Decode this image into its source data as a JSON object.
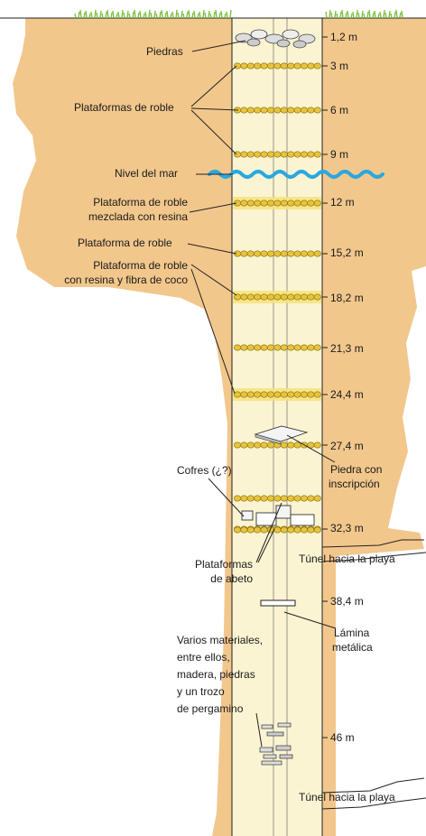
{
  "labels": {
    "stones": "Piedras",
    "oak_platforms": "Plataformas de roble",
    "sea_level": "Nivel del mar",
    "oak_resin_1": "Plataforma de roble",
    "oak_resin_2": "mezclada con resina",
    "oak_platform": "Plataforma de roble",
    "oak_coco_1": "Plataforma de roble",
    "oak_coco_2": "con resina y fibra de coco",
    "chests": "Cofres (¿?)",
    "inscribed_1": "Piedra con",
    "inscribed_2": "inscripción",
    "fir_1": "Plataformas",
    "fir_2": "de abeto",
    "tunnel_1": "Túnel hacia la playa",
    "tunnel_2": "Túnel hacia la playa",
    "plate_1": "Lámina",
    "plate_2": "metálica",
    "various": [
      "Varios materiales,",
      "entre ellos,",
      "madera, piedras",
      "y un trozo",
      "de pergamino"
    ]
  },
  "depths": [
    "1,2 m",
    "3 m",
    "6 m",
    "9 m",
    "12 m",
    "15,2 m",
    "18,2 m",
    "21,3 m",
    "24,4 m",
    "27,4 m",
    "32,3 m",
    "38,4 m",
    "46 m"
  ],
  "colors": {
    "earth": "#f2c78c",
    "shaft": "#fbf4d2",
    "log": "#e7c43a",
    "log_outline": "#8a6d12",
    "resin": "#f6e27a",
    "water": "#2aa7e0",
    "grass": "#7cc241",
    "line": "#222222"
  }
}
